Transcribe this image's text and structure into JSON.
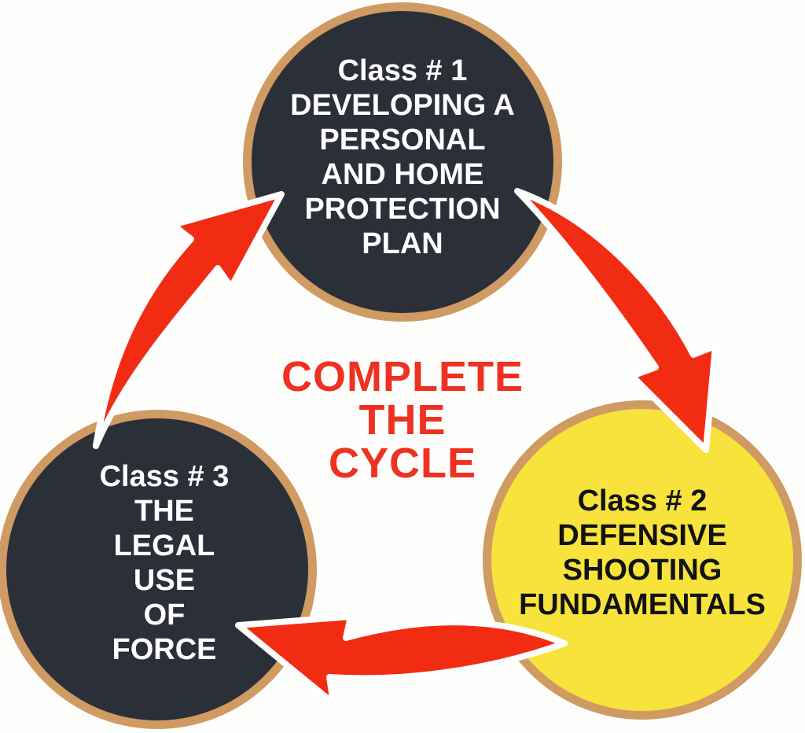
{
  "diagram": {
    "center": {
      "lines": [
        "COMPLETE",
        "THE",
        "CYCLE"
      ]
    },
    "nodes": [
      {
        "id": "class-1",
        "title": "Class # 1",
        "lines": [
          "Class # 1",
          "DEVELOPING A",
          "PERSONAL",
          "AND HOME",
          "PROTECTION",
          "PLAN"
        ]
      },
      {
        "id": "class-2",
        "title": "Class # 2",
        "lines": [
          "Class # 2",
          "DEFENSIVE",
          "SHOOTING",
          "FUNDAMENTALS"
        ]
      },
      {
        "id": "class-3",
        "title": "Class # 3",
        "lines": [
          "Class # 3",
          "THE",
          "LEGAL",
          "USE",
          "OF",
          "FORCE"
        ]
      }
    ],
    "edges": [
      {
        "from": "class-1",
        "to": "class-2"
      },
      {
        "from": "class-2",
        "to": "class-3"
      },
      {
        "from": "class-3",
        "to": "class-1"
      }
    ],
    "colors": {
      "dark": "#2b2f38",
      "yellow": "#f7e33c",
      "border": "#cf9b62",
      "red_text": "#ee3120",
      "red_arrow": "#f22c12",
      "text_light": "#ffffff",
      "text_dark": "#121212",
      "background": "#fdfdfc"
    }
  }
}
